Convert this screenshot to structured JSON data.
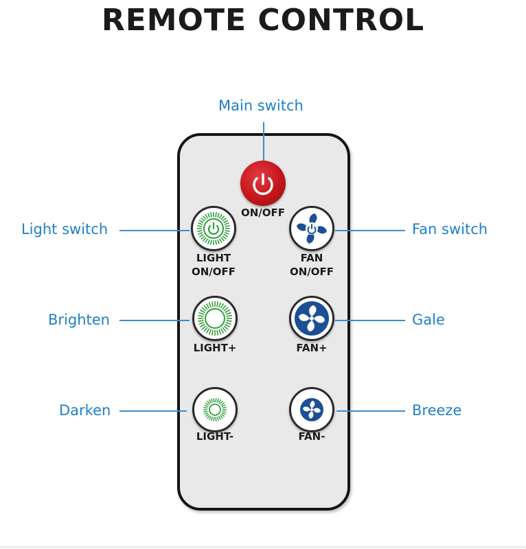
{
  "title": "REMOTE CONTROL",
  "callouts": {
    "main_switch": "Main switch",
    "light_switch": "Light switch",
    "fan_switch": "Fan switch",
    "brighten": "Brighten",
    "gale": "Gale",
    "darken": "Darken",
    "breeze": "Breeze"
  },
  "buttons": {
    "power": {
      "label": "ON/OFF",
      "icon": "power-icon"
    },
    "light_onoff": {
      "label_line1": "LIGHT",
      "label_line2": "ON/OFF",
      "icon": "light-power-icon"
    },
    "fan_onoff": {
      "label_line1": "FAN",
      "label_line2": "ON/OFF",
      "icon": "fan-power-icon"
    },
    "light_plus": {
      "label": "LIGHT+",
      "icon": "light-bright-icon"
    },
    "fan_plus": {
      "label": "FAN+",
      "icon": "fan-large-icon"
    },
    "light_minus": {
      "label": "LIGHT-",
      "icon": "light-dim-icon"
    },
    "fan_minus": {
      "label": "FAN-",
      "icon": "fan-small-icon"
    }
  },
  "colors": {
    "callout": "#1f7fc7",
    "power_button": "#c4161c",
    "light_icon": "#2e9e3a",
    "fan_icon": "#1d4f94"
  }
}
